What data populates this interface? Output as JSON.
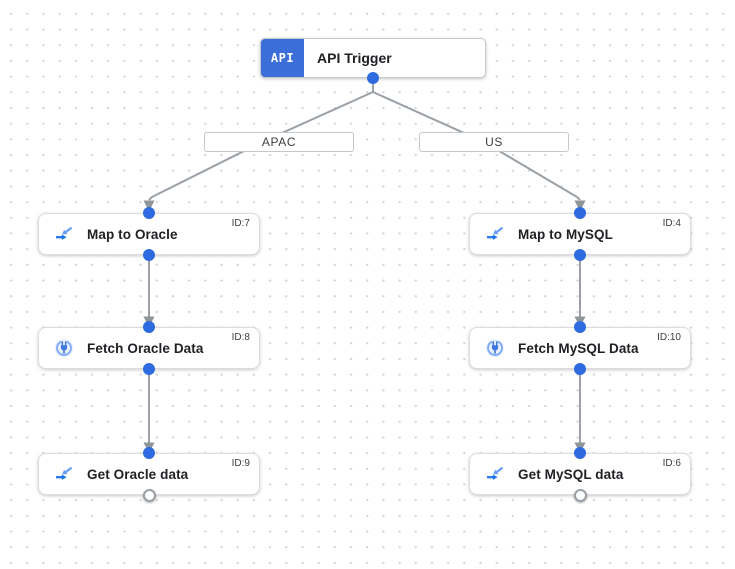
{
  "trigger": {
    "badge": "API",
    "title": "API Trigger"
  },
  "branches": [
    {
      "label": "APAC"
    },
    {
      "label": "US"
    }
  ],
  "nodes": [
    {
      "title": "Map to Oracle",
      "id_label": "ID:7",
      "icon": "data-mapping-icon"
    },
    {
      "title": "Fetch Oracle Data",
      "id_label": "ID:8",
      "icon": "connector-icon"
    },
    {
      "title": "Get Oracle data",
      "id_label": "ID:9",
      "icon": "data-mapping-icon"
    },
    {
      "title": "Map to MySQL",
      "id_label": "ID:4",
      "icon": "data-mapping-icon"
    },
    {
      "title": "Fetch MySQL Data",
      "id_label": "ID:10",
      "icon": "connector-icon"
    },
    {
      "title": "Get MySQL data",
      "id_label": "ID:6",
      "icon": "data-mapping-icon"
    }
  ],
  "colors": {
    "trigger_badge_blue": "#3c6ed9",
    "port_blue": "#2e6be0",
    "edge_gray": "#9aa0a6",
    "icon_blue_dark": "#1a73e8",
    "icon_blue_light": "#669df6",
    "connector_ring_blue": "#7baaf7",
    "connector_plug_blue": "#3d78dc",
    "node_border": "#dadce0",
    "title_text": "#202124",
    "id_text": "#3c4043"
  }
}
